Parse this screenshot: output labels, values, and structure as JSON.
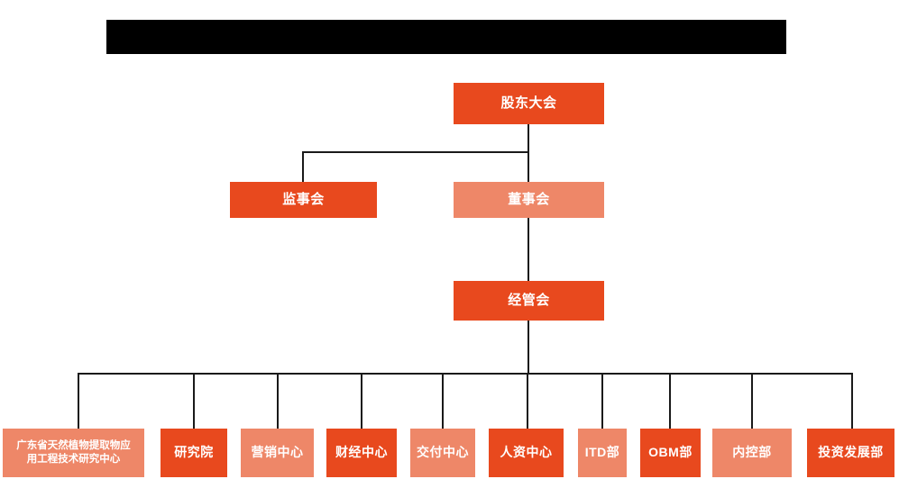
{
  "page": {
    "title_bar_redacted": true,
    "background": "#ffffff"
  },
  "colors": {
    "accent_dark": "#E8491E",
    "accent_light": "#EE8768",
    "connector": "#1a1a1a",
    "redaction": "#000000",
    "node_text": "#ffffff"
  },
  "chart_data": {
    "type": "diagram",
    "diagram_type": "organization-chart",
    "title": "",
    "orientation": "top-down",
    "nodes": [
      {
        "id": "shareholders",
        "label": "股东大会",
        "level": 1,
        "tone": "dark"
      },
      {
        "id": "supervisors",
        "label": "监事会",
        "level": 2,
        "tone": "dark"
      },
      {
        "id": "directors",
        "label": "董事会",
        "level": 2,
        "tone": "light"
      },
      {
        "id": "management",
        "label": "经管会",
        "level": 3,
        "tone": "dark"
      },
      {
        "id": "dept-01",
        "label": "广东省天然植物提取物应用工程技术研究中心",
        "level": 4,
        "tone": "light"
      },
      {
        "id": "dept-02",
        "label": "研究院",
        "level": 4,
        "tone": "dark"
      },
      {
        "id": "dept-03",
        "label": "营销中心",
        "level": 4,
        "tone": "light"
      },
      {
        "id": "dept-04",
        "label": "财经中心",
        "level": 4,
        "tone": "dark"
      },
      {
        "id": "dept-05",
        "label": "交付中心",
        "level": 4,
        "tone": "light"
      },
      {
        "id": "dept-06",
        "label": "人资中心",
        "level": 4,
        "tone": "dark"
      },
      {
        "id": "dept-07",
        "label": "ITD部",
        "level": 4,
        "tone": "light"
      },
      {
        "id": "dept-08",
        "label": "OBM部",
        "level": 4,
        "tone": "dark"
      },
      {
        "id": "dept-09",
        "label": "内控部",
        "level": 4,
        "tone": "light"
      },
      {
        "id": "dept-10",
        "label": "投资发展部",
        "level": 4,
        "tone": "dark"
      }
    ],
    "edges": [
      {
        "from": "shareholders",
        "to": "supervisors"
      },
      {
        "from": "shareholders",
        "to": "directors"
      },
      {
        "from": "directors",
        "to": "management"
      },
      {
        "from": "management",
        "to": "dept-01"
      },
      {
        "from": "management",
        "to": "dept-02"
      },
      {
        "from": "management",
        "to": "dept-03"
      },
      {
        "from": "management",
        "to": "dept-04"
      },
      {
        "from": "management",
        "to": "dept-05"
      },
      {
        "from": "management",
        "to": "dept-06"
      },
      {
        "from": "management",
        "to": "dept-07"
      },
      {
        "from": "management",
        "to": "dept-08"
      },
      {
        "from": "management",
        "to": "dept-09"
      },
      {
        "from": "management",
        "to": "dept-10"
      }
    ]
  },
  "nodes": {
    "shareholders": {
      "label": "股东大会"
    },
    "supervisors": {
      "label": "监事会"
    },
    "directors": {
      "label": "董事会"
    },
    "management": {
      "label": "经管会"
    },
    "dept_01": {
      "label_line1": "广东省天然植物提取物应",
      "label_line2": "用工程技术研究中心"
    },
    "dept_02": {
      "label": "研究院"
    },
    "dept_03": {
      "label": "营销中心"
    },
    "dept_04": {
      "label": "财经中心"
    },
    "dept_05": {
      "label": "交付中心"
    },
    "dept_06": {
      "label": "人资中心"
    },
    "dept_07": {
      "label": "ITD部"
    },
    "dept_08": {
      "label": "OBM部"
    },
    "dept_09": {
      "label": "内控部"
    },
    "dept_10": {
      "label": "投资发展部"
    }
  }
}
